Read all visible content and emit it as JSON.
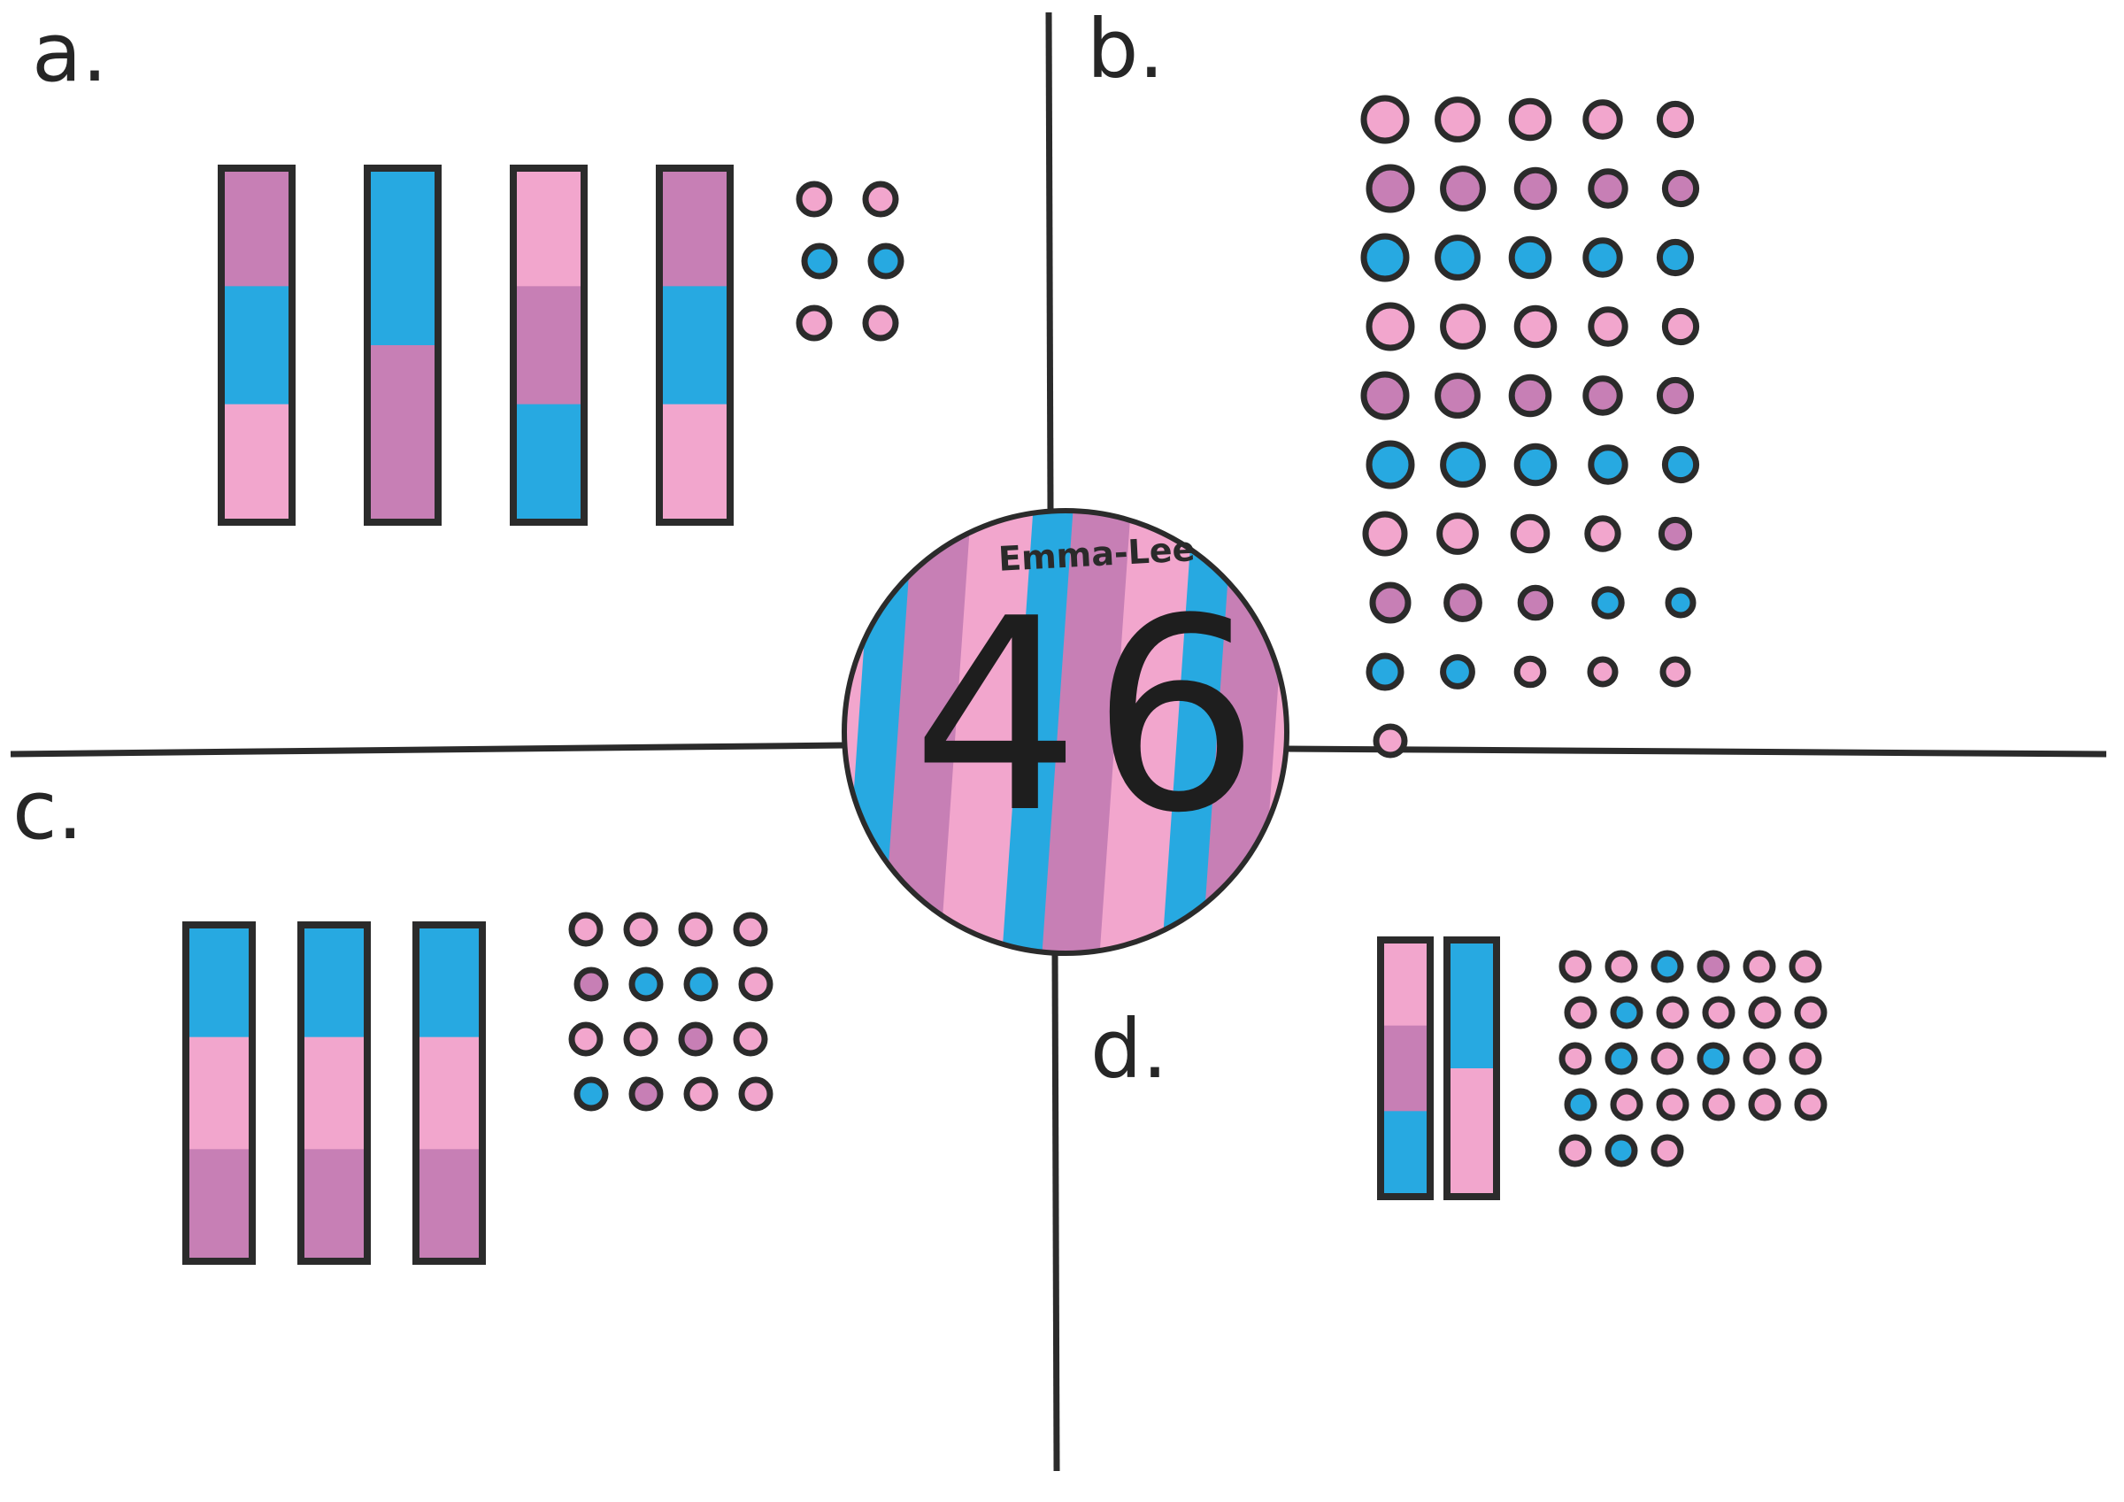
{
  "worksheet": {
    "center": {
      "name": "Emma-Lee",
      "number": "46"
    },
    "colors": {
      "outline": "#2b2b2b",
      "pink": "#f2a6cd",
      "purple": "#c77fb5",
      "blue": "#27a9e1"
    },
    "quadrants": [
      {
        "label": "a.",
        "tens": [
          [
            "purple",
            "blue",
            "pink"
          ],
          [
            "blue",
            "purple"
          ],
          [
            "pink",
            "purple",
            "blue"
          ],
          [
            "purple",
            "blue",
            "pink"
          ]
        ],
        "ones": [
          "pink",
          "pink",
          "blue",
          "blue",
          "pink",
          "pink"
        ]
      },
      {
        "label": "b.",
        "tens": [],
        "ones": [
          "pink",
          "pink",
          "pink",
          "pink",
          "pink",
          "purple",
          "purple",
          "purple",
          "purple",
          "purple",
          "blue",
          "blue",
          "blue",
          "blue",
          "blue",
          "pink",
          "pink",
          "pink",
          "pink",
          "pink",
          "purple",
          "purple",
          "purple",
          "purple",
          "purple",
          "blue",
          "blue",
          "blue",
          "blue",
          "blue",
          "pink",
          "pink",
          "pink",
          "pink",
          "purple",
          "purple",
          "purple",
          "purple",
          "blue",
          "blue",
          "blue",
          "blue",
          "pink",
          "pink",
          "pink",
          "pink"
        ]
      },
      {
        "label": "c.",
        "tens": [
          [
            "blue",
            "pink",
            "purple"
          ],
          [
            "blue",
            "pink",
            "purple"
          ],
          [
            "blue",
            "pink",
            "purple"
          ]
        ],
        "ones": [
          "pink",
          "pink",
          "pink",
          "pink",
          "purple",
          "blue",
          "blue",
          "pink",
          "pink",
          "pink",
          "purple",
          "pink",
          "blue",
          "purple",
          "pink",
          "pink"
        ]
      },
      {
        "label": "d.",
        "tens": [
          [
            "pink",
            "purple",
            "blue"
          ],
          [
            "blue",
            "pink"
          ]
        ],
        "ones": [
          "pink",
          "pink",
          "blue",
          "purple",
          "pink",
          "pink",
          "pink",
          "blue",
          "pink",
          "pink",
          "pink",
          "pink",
          "pink",
          "blue",
          "pink",
          "blue",
          "pink",
          "pink",
          "blue",
          "pink",
          "pink",
          "pink",
          "pink",
          "pink",
          "pink",
          "blue",
          "pink"
        ]
      }
    ]
  }
}
